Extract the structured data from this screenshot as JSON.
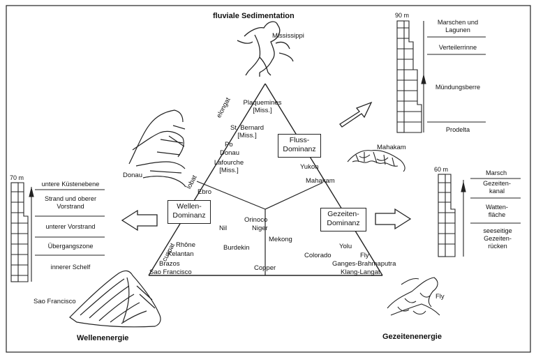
{
  "titles": {
    "top": "fluviale Sedimentation",
    "bottom_left": "Wellenenergie",
    "bottom_right": "Gezeitenenergie"
  },
  "boxes": {
    "fluss": [
      "Fluss-",
      "Dominanz"
    ],
    "wellen": [
      "Wellen-",
      "Dominanz"
    ],
    "gezeiten": [
      "Gezeiten-",
      "Dominanz"
    ]
  },
  "side_labels": {
    "elongat": "elongat",
    "lobat": "lobat",
    "cuspat": "cuspat"
  },
  "sketch_labels": {
    "mississippi": "Mississippi",
    "donau": "Donau",
    "mahakam": "Mahakam",
    "sao_francisco": "Sao Francisco",
    "fly": "Fly"
  },
  "deltas": {
    "plaquemines": [
      "Plaquemines",
      "[Miss.]"
    ],
    "st_bernard": [
      "St. Bernard",
      "[Miss.]"
    ],
    "po": "Po",
    "donau": "Donau",
    "lafourche": [
      "Lafourche",
      "[Miss.]"
    ],
    "ebro": "Ebro",
    "yukon": "Yukon",
    "mahakam": "Mahakam",
    "orinoco": "Orinoco",
    "niger": "Niger",
    "nil": "Nil",
    "mekong": "Mekong",
    "burdekin": "Burdekin",
    "rhone": "Rhône",
    "kelantan": "Kelantan",
    "brazos": "Brazos",
    "sao_francisco": "Sao Francisco",
    "copper": "Copper",
    "colorado": "Colorado",
    "yolu": "Yolu",
    "fly": "Fly",
    "ganges": "Ganges-Brahmaputra",
    "klang": "Klang-Langat"
  },
  "columns": {
    "fluss": {
      "scale": "90 m",
      "units": [
        "Marschen und Lagunen",
        "Verteilerrinne",
        "Mündungsberre",
        "Prodelta"
      ]
    },
    "gezeiten": {
      "scale": "60 m",
      "units": [
        "Marsch",
        "Gezeiten-kanal",
        "Watten-fläche",
        "seeseitige Gezeiten-rücken"
      ]
    },
    "wellen": {
      "scale": "70 m",
      "units": [
        "untere Küstenebene",
        "Strand und oberer Vorstrand",
        "unterer Vorstrand",
        "Übergangszone",
        "innerer Schelf"
      ]
    }
  }
}
